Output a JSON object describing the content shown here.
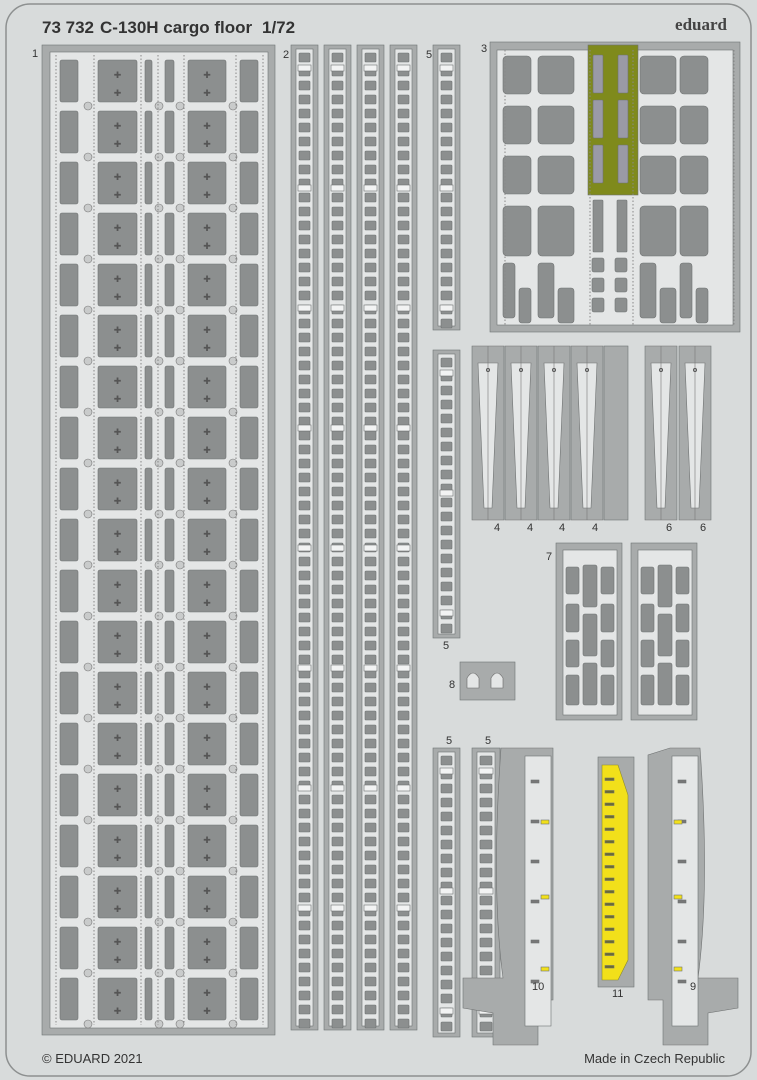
{
  "header": {
    "catalog_number": "73 732",
    "product_name": "C-130H cargo floor",
    "scale": "1/72",
    "brand": "eduard"
  },
  "footer": {
    "copyright": "© EDUARD 2021",
    "origin": "Made in Czech Republic"
  },
  "part_labels": {
    "p1": "1",
    "p2": "2",
    "p3": "3",
    "p5a": "5",
    "p5b": "5",
    "p5c": "5",
    "p5d": "5",
    "p4a": "4",
    "p4b": "4",
    "p4c": "4",
    "p4d": "4",
    "p6a": "6",
    "p6b": "6",
    "p7": "7",
    "p8": "8",
    "p9": "9",
    "p10": "10",
    "p11": "11"
  },
  "colors": {
    "sheet": "#d8dbdb",
    "frame": "#a8abab",
    "panel": "#8c8f8f",
    "surface": "#e4e6e6",
    "olive": "#7f8a1c",
    "yellow": "#f2e01a"
  }
}
